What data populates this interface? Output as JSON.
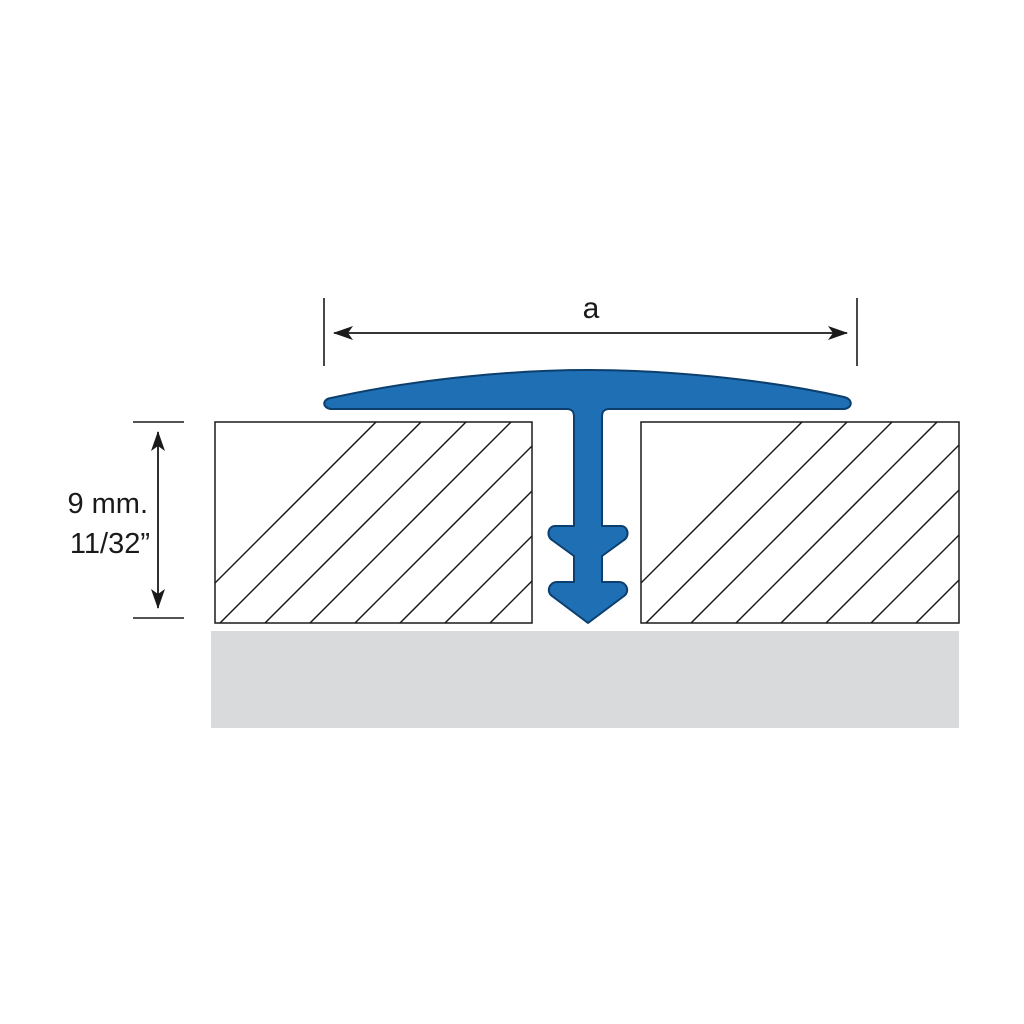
{
  "dimensions": {
    "width_label": "a",
    "height_label_metric": "9 mm.",
    "height_label_imperial": "11/32”"
  },
  "colors": {
    "profile": "#1e6fb3",
    "profile_outline": "#0c3f6e",
    "subfloor": "#d9dadb",
    "line": "#1a1a1a"
  }
}
